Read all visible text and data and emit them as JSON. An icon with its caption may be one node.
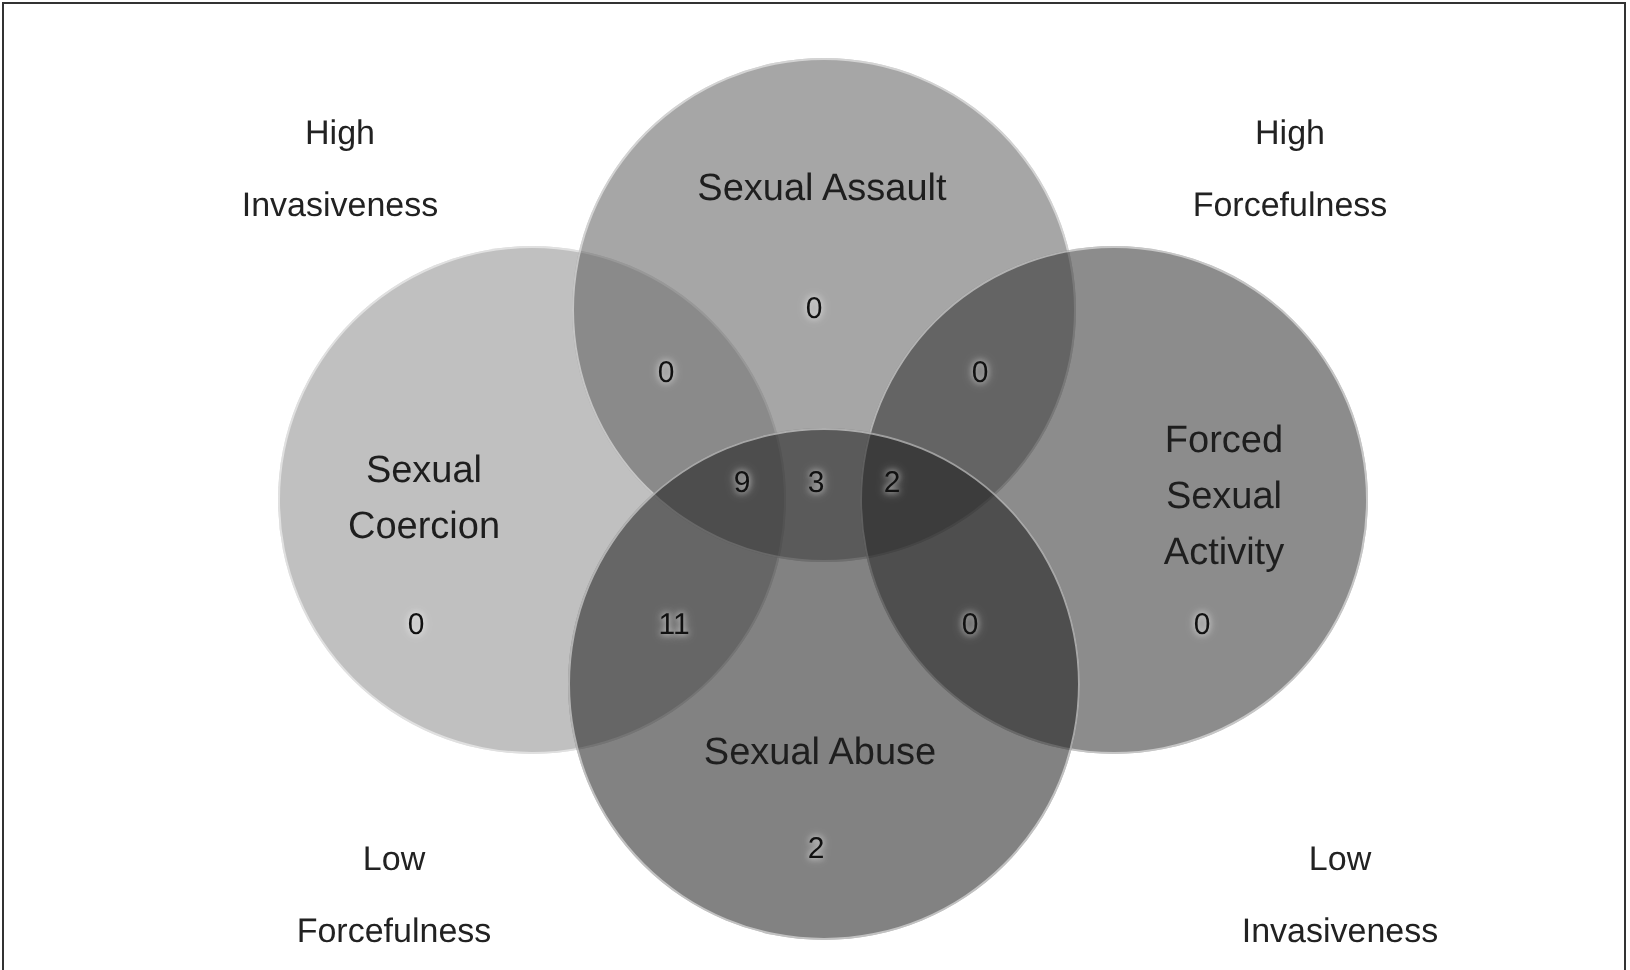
{
  "diagram": {
    "nodes": [
      {
        "text": [
          "Sexual Coercion"
        ]
      },
      {
        "text": [
          "Sexual Assault"
        ]
      },
      {
        "text": [
          "Forced Sexual Activity"
        ]
      },
      {
        "text": [
          "Sexual Abuse"
        ]
      }
    ],
    "labels": [
      "High Invasiveness",
      "High Forcefulness",
      "0",
      "0",
      "0",
      "9",
      "3",
      "2",
      "0",
      "11",
      "0",
      "0",
      "Low Forcefulness",
      "2",
      "Low Invasiveness"
    ]
  }
}
